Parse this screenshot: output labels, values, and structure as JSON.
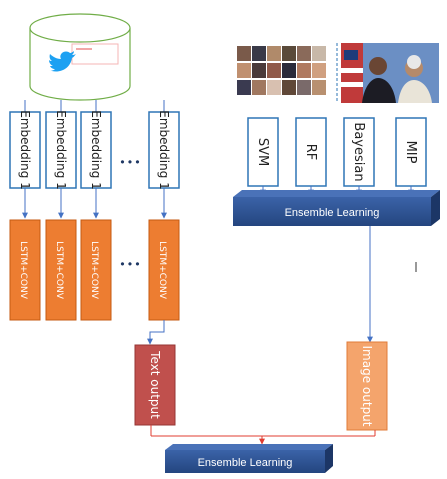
{
  "text_branch": {
    "source_icon": "twitter-bird-icon",
    "embedding_labels": [
      "Embedding 1",
      "Embedding 1",
      "Embedding 1",
      "Embedding 1"
    ],
    "lstm_labels": [
      "LSTM+CONV",
      "LSTM+CONV",
      "LSTM+CONV",
      "LSTM+CONV"
    ],
    "ellipsis": "• • •",
    "output_label": "Text output"
  },
  "image_branch": {
    "classifiers": [
      "SVM",
      "RF",
      "Bayesian",
      "MIP"
    ],
    "ensemble_label": "Ensemble Learning",
    "output_label": "Image output"
  },
  "final": {
    "ensemble_label": "Ensemble Learning"
  },
  "colors": {
    "cylinder_stroke": "#70ad47",
    "embedding_fill": "#ffffff",
    "embedding_stroke": "#2e75b6",
    "lstm_fill": "#ed7d31",
    "text_output_fill": "#c0504d",
    "image_output_fill": "#f4a46c",
    "ensemble_fill": "#2f5597",
    "arrow_blue": "#4472c4",
    "arrow_red": "#e03c31",
    "twitter_blue": "#1da1f2"
  }
}
